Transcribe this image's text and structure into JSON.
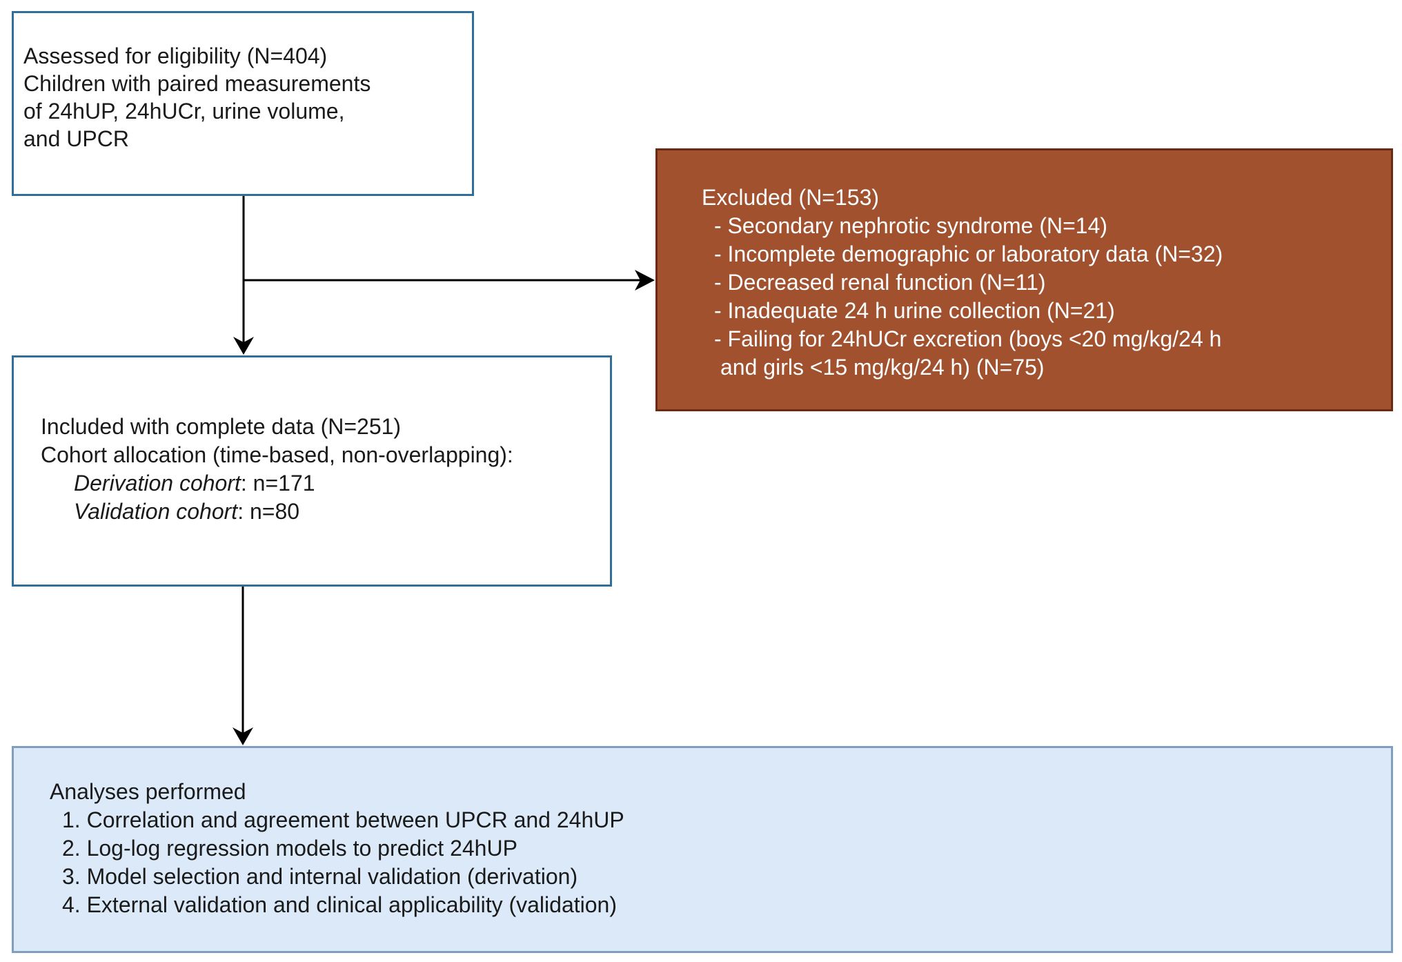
{
  "eligibility": {
    "line1": "Assessed for eligibility (N=404)",
    "line2": "Children with paired measurements",
    "line3": "of 24hUP, 24hUCr, urine volume,",
    "line4": "and UPCR"
  },
  "excluded": {
    "title": "Excluded (N=153)",
    "items": [
      "- Secondary nephrotic syndrome (N=14)",
      "- Incomplete demographic or laboratory data (N=32)",
      "- Decreased renal function (N=11)",
      "- Inadequate 24 h urine collection (N=21)",
      "- Failing for 24hUCr excretion (boys <20 mg/kg/24 h"
    ],
    "item_continuation": "and girls <15 mg/kg/24 h) (N=75)"
  },
  "included": {
    "line1": "Included with complete data (N=251)",
    "line2": "Cohort allocation (time-based, non-overlapping):",
    "derivation_label": "Derivation cohort",
    "derivation_value": ": n=171",
    "validation_label": "Validation cohort",
    "validation_value": ": n=80"
  },
  "analyses": {
    "title": "Analyses performed",
    "items": [
      "1. Correlation and agreement between UPCR and 24hUP",
      "2. Log-log regression models to predict 24hUP",
      "3. Model selection and internal validation (derivation)",
      "4. External validation and clinical applicability (validation)"
    ]
  },
  "colors": {
    "box_border_blue": "#2f6f9a",
    "excluded_fill": "#a2512f",
    "analyses_fill": "#dbe9f9",
    "arrow": "#000000"
  }
}
